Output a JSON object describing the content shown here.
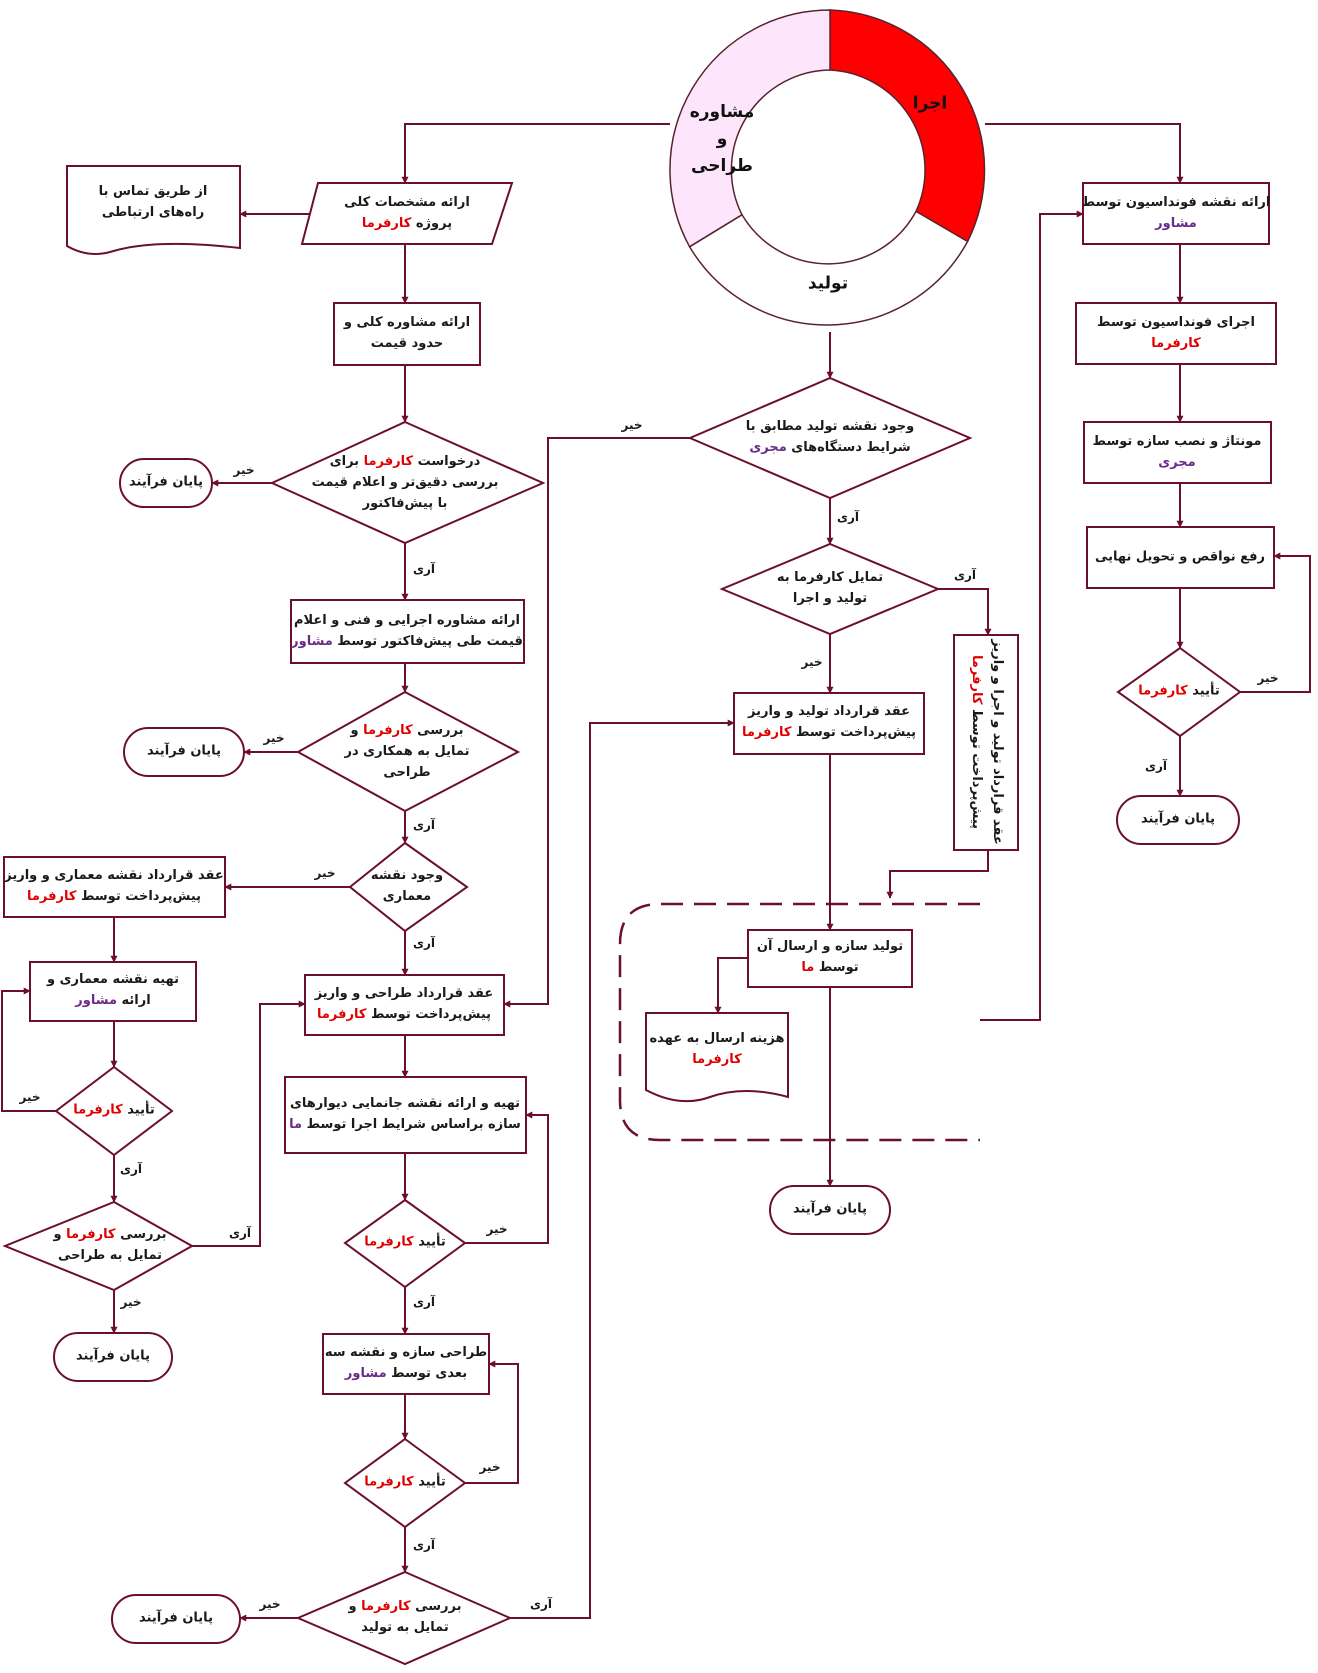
{
  "colors": {
    "line": "#6b0f2a",
    "client": "#e00000",
    "party": "#6a2a8a",
    "ring_exec": "#ff0000",
    "ring_consult": "#fde6fb",
    "ring_prod": "#ffffff"
  },
  "ring": {
    "exec": "اجرا",
    "consult": [
      "مشاوره",
      "و",
      "طراحی"
    ],
    "prod": "تولید"
  },
  "terms": {
    "client": "کارفرما",
    "consultant": "مشاور",
    "contractor": "مجری",
    "us": "ما"
  },
  "labels": {
    "yes": "آری",
    "no": "خیر"
  },
  "nodes": {
    "contact": [
      "از طریق تماس با",
      "راه‌های ارتباطی"
    ],
    "spec": [
      "ارائه مشخصات کلی",
      "پروژه"
    ],
    "consult": [
      "ارائه مشاوره کلی و",
      "حدود قیمت"
    ],
    "request": [
      "درخواست",
      "برای",
      "بررسی دقیق‌تر و اعلام قیمت",
      "با پیش‌فاکتور"
    ],
    "end1": "پایان فرآیند",
    "execconsult": [
      "ارائه مشاوره اجرایی و فنی و اعلام",
      "قیمت طی پیش‌فاکتور توسط"
    ],
    "review1": [
      "بررسی",
      "و",
      "تمایل به همکاری در",
      "طراحی"
    ],
    "end2": "پایان فرآیند",
    "archexist": [
      "وجود نقشه",
      "معماری"
    ],
    "archcontract": [
      "عقد قرارداد نقشه معماری و واریز",
      "پیش‌پرداخت توسط"
    ],
    "archprep": [
      "تهیه نقشه معماری و",
      "ارائه"
    ],
    "approveL": "تأیید",
    "review2": [
      "بررسی",
      "و",
      "تمایل به طراحی"
    ],
    "end3": "پایان فرآیند",
    "designcontract": [
      "عقد قرارداد طراحی و واریز",
      "پیش‌پرداخت توسط"
    ],
    "layout": [
      "تهیه و ارائه نقشه جانمایی دیوارهای",
      "سازه براساس شرایط اجرا توسط"
    ],
    "approve1": "تأیید",
    "struct": [
      "طراحی سازه و نقشه سه",
      "بعدی توسط"
    ],
    "approve2": "تأیید",
    "review3": [
      "بررسی",
      "و",
      "تمایل به تولید"
    ],
    "end4": "پایان فرآیند",
    "prodmap": [
      "وجود نقشه تولید مطابق با",
      "شرایط دستگاه‌های"
    ],
    "wish": [
      "تمایل کارفرما به",
      "تولید و اجرا"
    ],
    "prodcontract": [
      "عقد قرارداد تولید و واریز",
      "پیش‌پرداخت توسط"
    ],
    "fullcontract": [
      "عقد قرارداد تولید و اجرا و واریز",
      "پیش‌پرداخت توسط"
    ],
    "produce": [
      "تولید سازه و ارسال آن",
      "توسط"
    ],
    "shipcost": [
      "هزینه ارسال به عهده"
    ],
    "end5": "پایان فرآیند",
    "foundmap": [
      "ارائه نقشه فونداسیون توسط"
    ],
    "found": [
      "اجرای فونداسیون توسط"
    ],
    "mount": [
      "مونتاژ و نصب سازه توسط"
    ],
    "fix": "رفع نواقص و تحویل نهایی",
    "approveR": "تأیید",
    "end6": "پایان فرآیند"
  }
}
